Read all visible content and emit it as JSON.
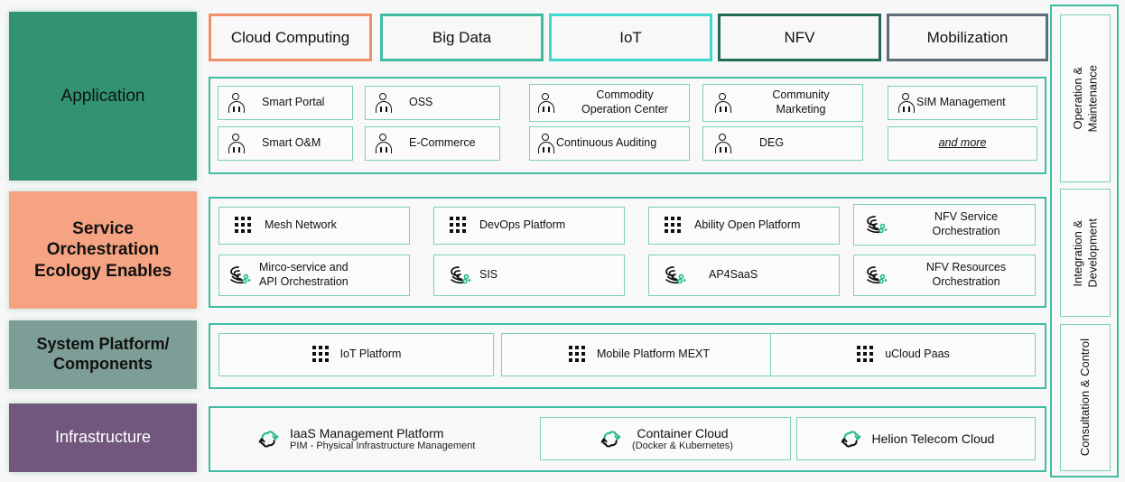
{
  "layers": [
    {
      "id": "application",
      "label": "Application",
      "color": "#31936f"
    },
    {
      "id": "service",
      "label": "Service\nOrchestration\nEcology Enables",
      "color": "#f5a382"
    },
    {
      "id": "system",
      "label": "System Platform/\nComponents",
      "color": "#7d9e96"
    },
    {
      "id": "infrastructure",
      "label": "Infrastructure",
      "color": "#71577e"
    }
  ],
  "tags": [
    {
      "label": "Cloud Computing",
      "color": "#f0906b"
    },
    {
      "label": "Big Data",
      "color": "#3fbda0"
    },
    {
      "label": "IoT",
      "color": "#3fd9d0"
    },
    {
      "label": "NFV",
      "color": "#1f6b58"
    },
    {
      "label": "Mobilization",
      "color": "#5d6b7a"
    }
  ],
  "application": {
    "row1": [
      {
        "icon": "person-icon",
        "label": "Smart Portal"
      },
      {
        "icon": "person-icon",
        "label": "OSS"
      },
      {
        "icon": "person-icon",
        "label": "Commodity\nOperation Center"
      },
      {
        "icon": "person-icon",
        "label": "Community\nMarketing"
      },
      {
        "icon": "person-icon",
        "label": "SIM Management"
      }
    ],
    "row2": [
      {
        "icon": "person-icon",
        "label": "Smart O&M"
      },
      {
        "icon": "person-icon",
        "label": "E-Commerce"
      },
      {
        "icon": "person-icon",
        "label": "Continuous Auditing"
      },
      {
        "icon": "person-icon",
        "label": "DEG"
      },
      {
        "icon": "",
        "label": "and more"
      }
    ]
  },
  "service": {
    "row1": [
      {
        "icon": "grid-icon",
        "label": "Mesh Network"
      },
      {
        "icon": "grid-icon",
        "label": "DevOps Platform"
      },
      {
        "icon": "grid-icon",
        "label": "Ability Open Platform"
      },
      {
        "icon": "orchestration-icon",
        "label": "NFV Service\nOrchestration"
      }
    ],
    "row2": [
      {
        "icon": "orchestration-icon",
        "label": "Mirco-service and\nAPI Orchestration"
      },
      {
        "icon": "orchestration-icon",
        "label": "SIS"
      },
      {
        "icon": "orchestration-icon",
        "label": "AP4SaaS"
      },
      {
        "icon": "orchestration-icon",
        "label": "NFV Resources\nOrchestration"
      }
    ]
  },
  "system": {
    "items": [
      {
        "icon": "grid-icon",
        "label": "IoT Platform"
      },
      {
        "icon": "grid-icon",
        "label": "Mobile Platform MEXT"
      },
      {
        "icon": "grid-icon",
        "label": "uCloud Paas"
      }
    ]
  },
  "infrastructure": {
    "items": [
      {
        "icon": "cloud-icon",
        "title": "IaaS Management Platform",
        "subtitle": "PIM - Physical Infrastructure Management",
        "boxed": false
      },
      {
        "icon": "cloud-icon",
        "title": "Container Cloud",
        "subtitle": "(Docker & Kubernetes)",
        "boxed": true
      },
      {
        "icon": "cloud-icon",
        "title": "Helion Telecom Cloud",
        "subtitle": "",
        "boxed": true
      }
    ]
  },
  "sidebar": {
    "items": [
      {
        "label": "Operation &\nMaintenance"
      },
      {
        "label": "Integration &\nDevelopment"
      },
      {
        "label": "Consultation & Control"
      }
    ]
  },
  "colors": {
    "teal": "#3fbda0",
    "card_border": "#7ecfbb",
    "panel_bg": "#f8f8f8",
    "page_bg": "#f7f7f7"
  }
}
